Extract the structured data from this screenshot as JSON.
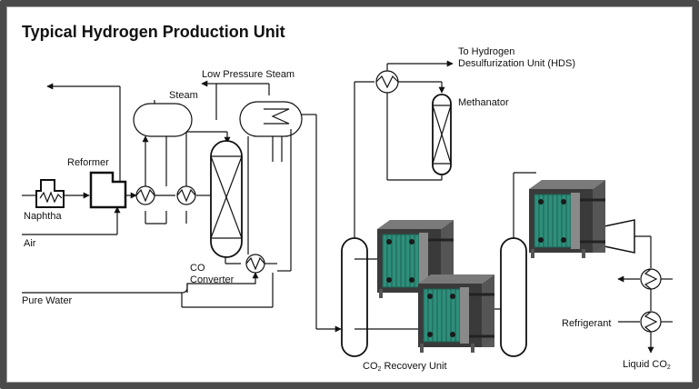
{
  "title": "Typical Hydrogen Production Unit",
  "labels": {
    "to_hydrogen_line1": "To Hydrogen",
    "to_hydrogen_line2": "Desulfurization Unit (HDS)",
    "low_pressure_steam": "Low Pressure Steam",
    "steam": "Steam",
    "methanator": "Methanator",
    "reformer": "Reformer",
    "naphtha": "Naphtha",
    "air": "Air",
    "co_converter_line1": "CO",
    "co_converter_line2": "Converter",
    "pure_water": "Pure Water",
    "refrigerant": "Refrigerant",
    "co2_recovery_pre": "CO",
    "co2_recovery_sub": "2",
    "co2_recovery_post": " Recovery Unit",
    "liquid_co2_pre": "Liquid CO",
    "liquid_co2_sub": "2"
  },
  "colors": {
    "line": "#111111",
    "frame": "#4a4a4a",
    "plate_exchanger": "#2e8f7b",
    "plate_frame": "#6f6f6f"
  },
  "icons": {
    "heat_exchanger": "circle-with-zigzag-icon",
    "plate_heat_exchanger": "gasketed-plate-heat-exchanger-icon",
    "compressor": "trapezoid-compressor-icon",
    "furnace": "fired-heater-icon",
    "arrow": "arrowhead-icon"
  }
}
